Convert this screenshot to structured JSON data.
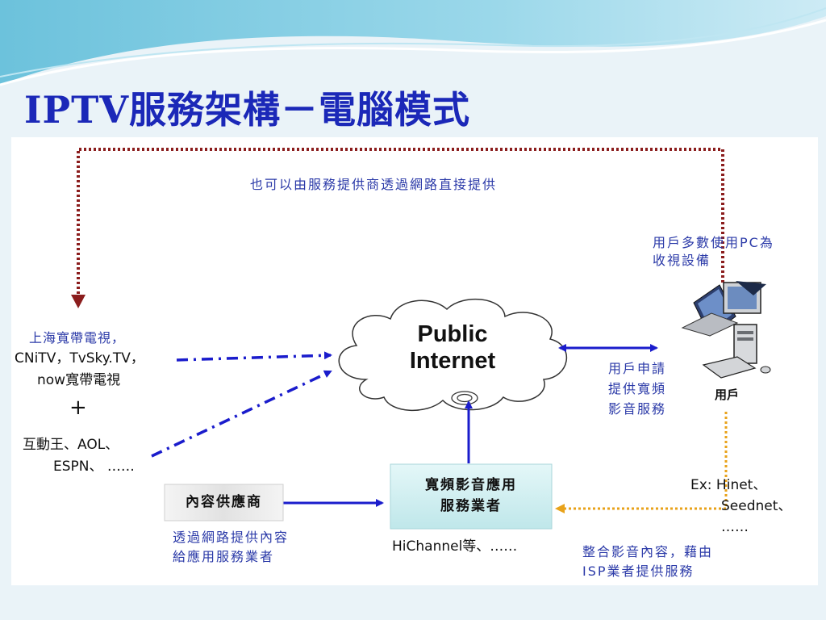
{
  "title": "IPTV服務架構－電腦模式",
  "diagram": {
    "top_loop_label": "也可以由服務提供商透過網路直接提供",
    "user_note": [
      "用戶多數使用PC為",
      "收視設備"
    ],
    "content_sources": [
      "上海寬帶電視，",
      "CNiTV，TvSky.TV，",
      "now寬帶電視"
    ],
    "plus": "+",
    "other_sources": [
      "互動王、AOL、",
      "ESPN、 ……"
    ],
    "cloud": [
      "Public",
      "Internet"
    ],
    "user_request": [
      "用戶申請",
      "提供寬頻",
      "影音服務"
    ],
    "user_label": "用戶",
    "content_provider": "內容供應商",
    "provider_note": [
      "透過網路提供內容",
      "給應用服務業者"
    ],
    "app_provider": [
      "寬頻影音應用",
      "服務業者"
    ],
    "app_examples": "HiChannel等、……",
    "isp_examples": [
      "Ex: Hinet、",
      "Seednet、",
      "……"
    ],
    "isp_note": [
      "整合影音內容，藉由",
      "ISP業者提供服務"
    ]
  },
  "colors": {
    "title": "#1b28b8",
    "arrow_blue": "#1a1ccc",
    "loop_dotted": "#8b1d1d",
    "isp_dotted": "#e8a21a",
    "label_blue": "#2b3aa8",
    "box_teal": "#cfeef0"
  }
}
